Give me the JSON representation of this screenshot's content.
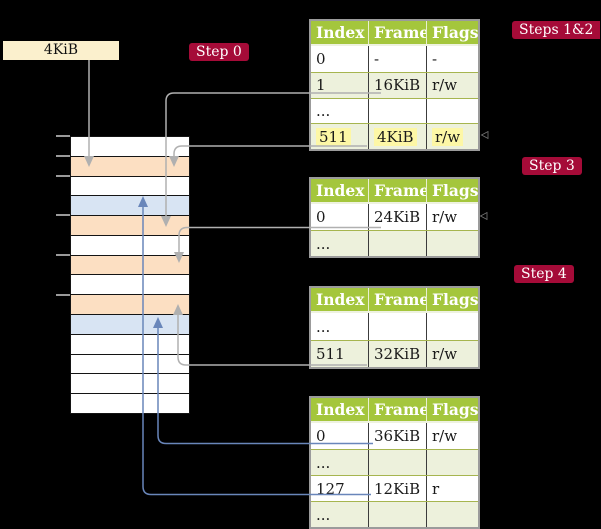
{
  "page_size_box": {
    "label": "4KiB"
  },
  "step_labels": {
    "step0": "Step 0",
    "steps12": "Steps 1&2",
    "step3": "Step 3",
    "step4": "Step 4"
  },
  "memory_column": {
    "rows": [
      "white",
      "orange",
      "white",
      "blue",
      "orange",
      "white",
      "orange",
      "white",
      "orange",
      "blue",
      "white",
      "white",
      "white",
      "white"
    ]
  },
  "tables": [
    {
      "id": "page-table-1",
      "headers": [
        "Index",
        "Frame",
        "Flags"
      ],
      "rows": [
        [
          "0",
          "-",
          "-"
        ],
        [
          "1",
          "16KiB",
          "r/w"
        ],
        [
          "...",
          "",
          ""
        ],
        [
          "511",
          "4KiB",
          "r/w"
        ]
      ],
      "highlight_rows": [
        3
      ]
    },
    {
      "id": "page-table-2",
      "headers": [
        "Index",
        "Frame",
        "Flags"
      ],
      "rows": [
        [
          "0",
          "24KiB",
          "r/w"
        ],
        [
          "...",
          "",
          ""
        ]
      ],
      "highlight_rows": []
    },
    {
      "id": "page-table-3",
      "headers": [
        "Index",
        "Frame",
        "Flags"
      ],
      "rows": [
        [
          "...",
          "",
          ""
        ],
        [
          "511",
          "32KiB",
          "r/w"
        ]
      ],
      "highlight_rows": []
    },
    {
      "id": "page-table-4",
      "headers": [
        "Index",
        "Frame",
        "Flags"
      ],
      "rows": [
        [
          "0",
          "36KiB",
          "r/w"
        ],
        [
          "...",
          "",
          ""
        ],
        [
          "127",
          "12KiB",
          "r"
        ],
        [
          "...",
          "",
          ""
        ]
      ],
      "highlight_rows": []
    }
  ],
  "colors": {
    "background": "#000000",
    "label_red": "#a50b38",
    "header_green": "#a4c63c",
    "row_green": "#edf1dc",
    "frame_orange": "#fcdfc2",
    "frame_blue": "#d8e4f3",
    "page_size_cream": "#fbf0cd",
    "highlight_yellow": "#fdf7a6",
    "arrow_gray": "#b0b0b0",
    "arrow_blue": "#6986ba"
  }
}
